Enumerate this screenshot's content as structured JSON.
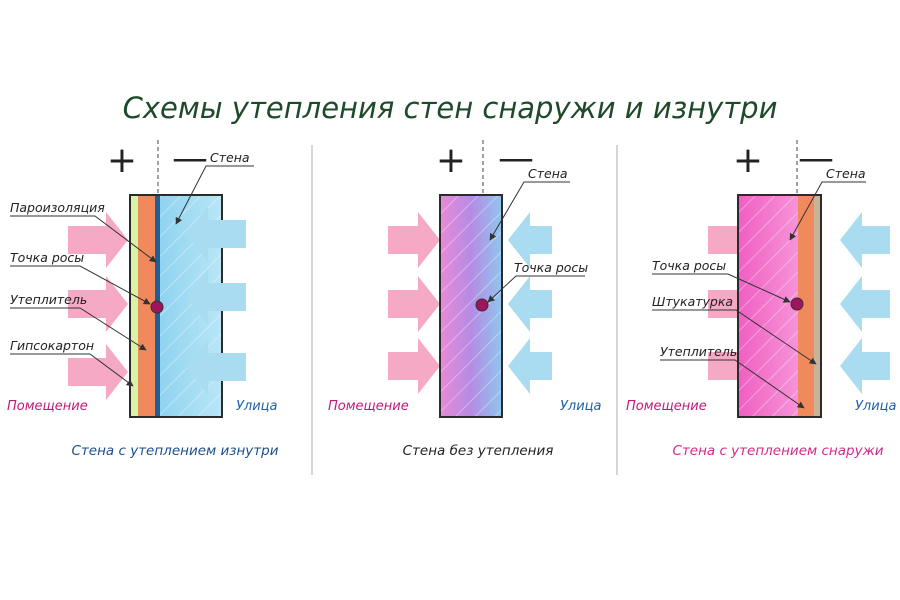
{
  "title": "Схемы утепления стен снаружи и изнутри",
  "signs": {
    "plus": "+",
    "minus": "—"
  },
  "colors": {
    "title": "#1f4a2a",
    "warm_arrow": "#f6a9c4",
    "cold_arrow": "#a9dcf1",
    "room_label": "#c2187a",
    "street_label": "#1e5fa8",
    "caption_inside": "#1a4f8c",
    "caption_none": "#222222",
    "caption_outside": "#d12a8c",
    "dew_point": "#a0145e",
    "insulation": "#f08a5d",
    "drywall": "#d9f2a6",
    "vapor_barrier": "#1f5f93",
    "wall_cold": "#a6dcf3",
    "wall_warm": "#f26fc6"
  },
  "panels": [
    {
      "id": "inside",
      "room_label": "Помещение",
      "street_label": "Улица",
      "caption": "Стена с утеплением изнутри",
      "labels": {
        "wall": "Стена",
        "vapor_barrier": "Пароизоляция",
        "dew_point": "Точка росы",
        "insulation": "Утеплитель",
        "drywall": "Гипсокартон"
      }
    },
    {
      "id": "none",
      "room_label": "Помещение",
      "street_label": "Улица",
      "caption": "Стена без утепления",
      "labels": {
        "wall": "Стена",
        "dew_point": "Точка росы"
      }
    },
    {
      "id": "outside",
      "room_label": "Помещение",
      "street_label": "Улица",
      "caption": "Стена с утеплением снаружи",
      "labels": {
        "wall": "Стена",
        "dew_point": "Точка росы",
        "plaster": "Штукатурка",
        "insulation": "Утеплитель"
      }
    }
  ]
}
